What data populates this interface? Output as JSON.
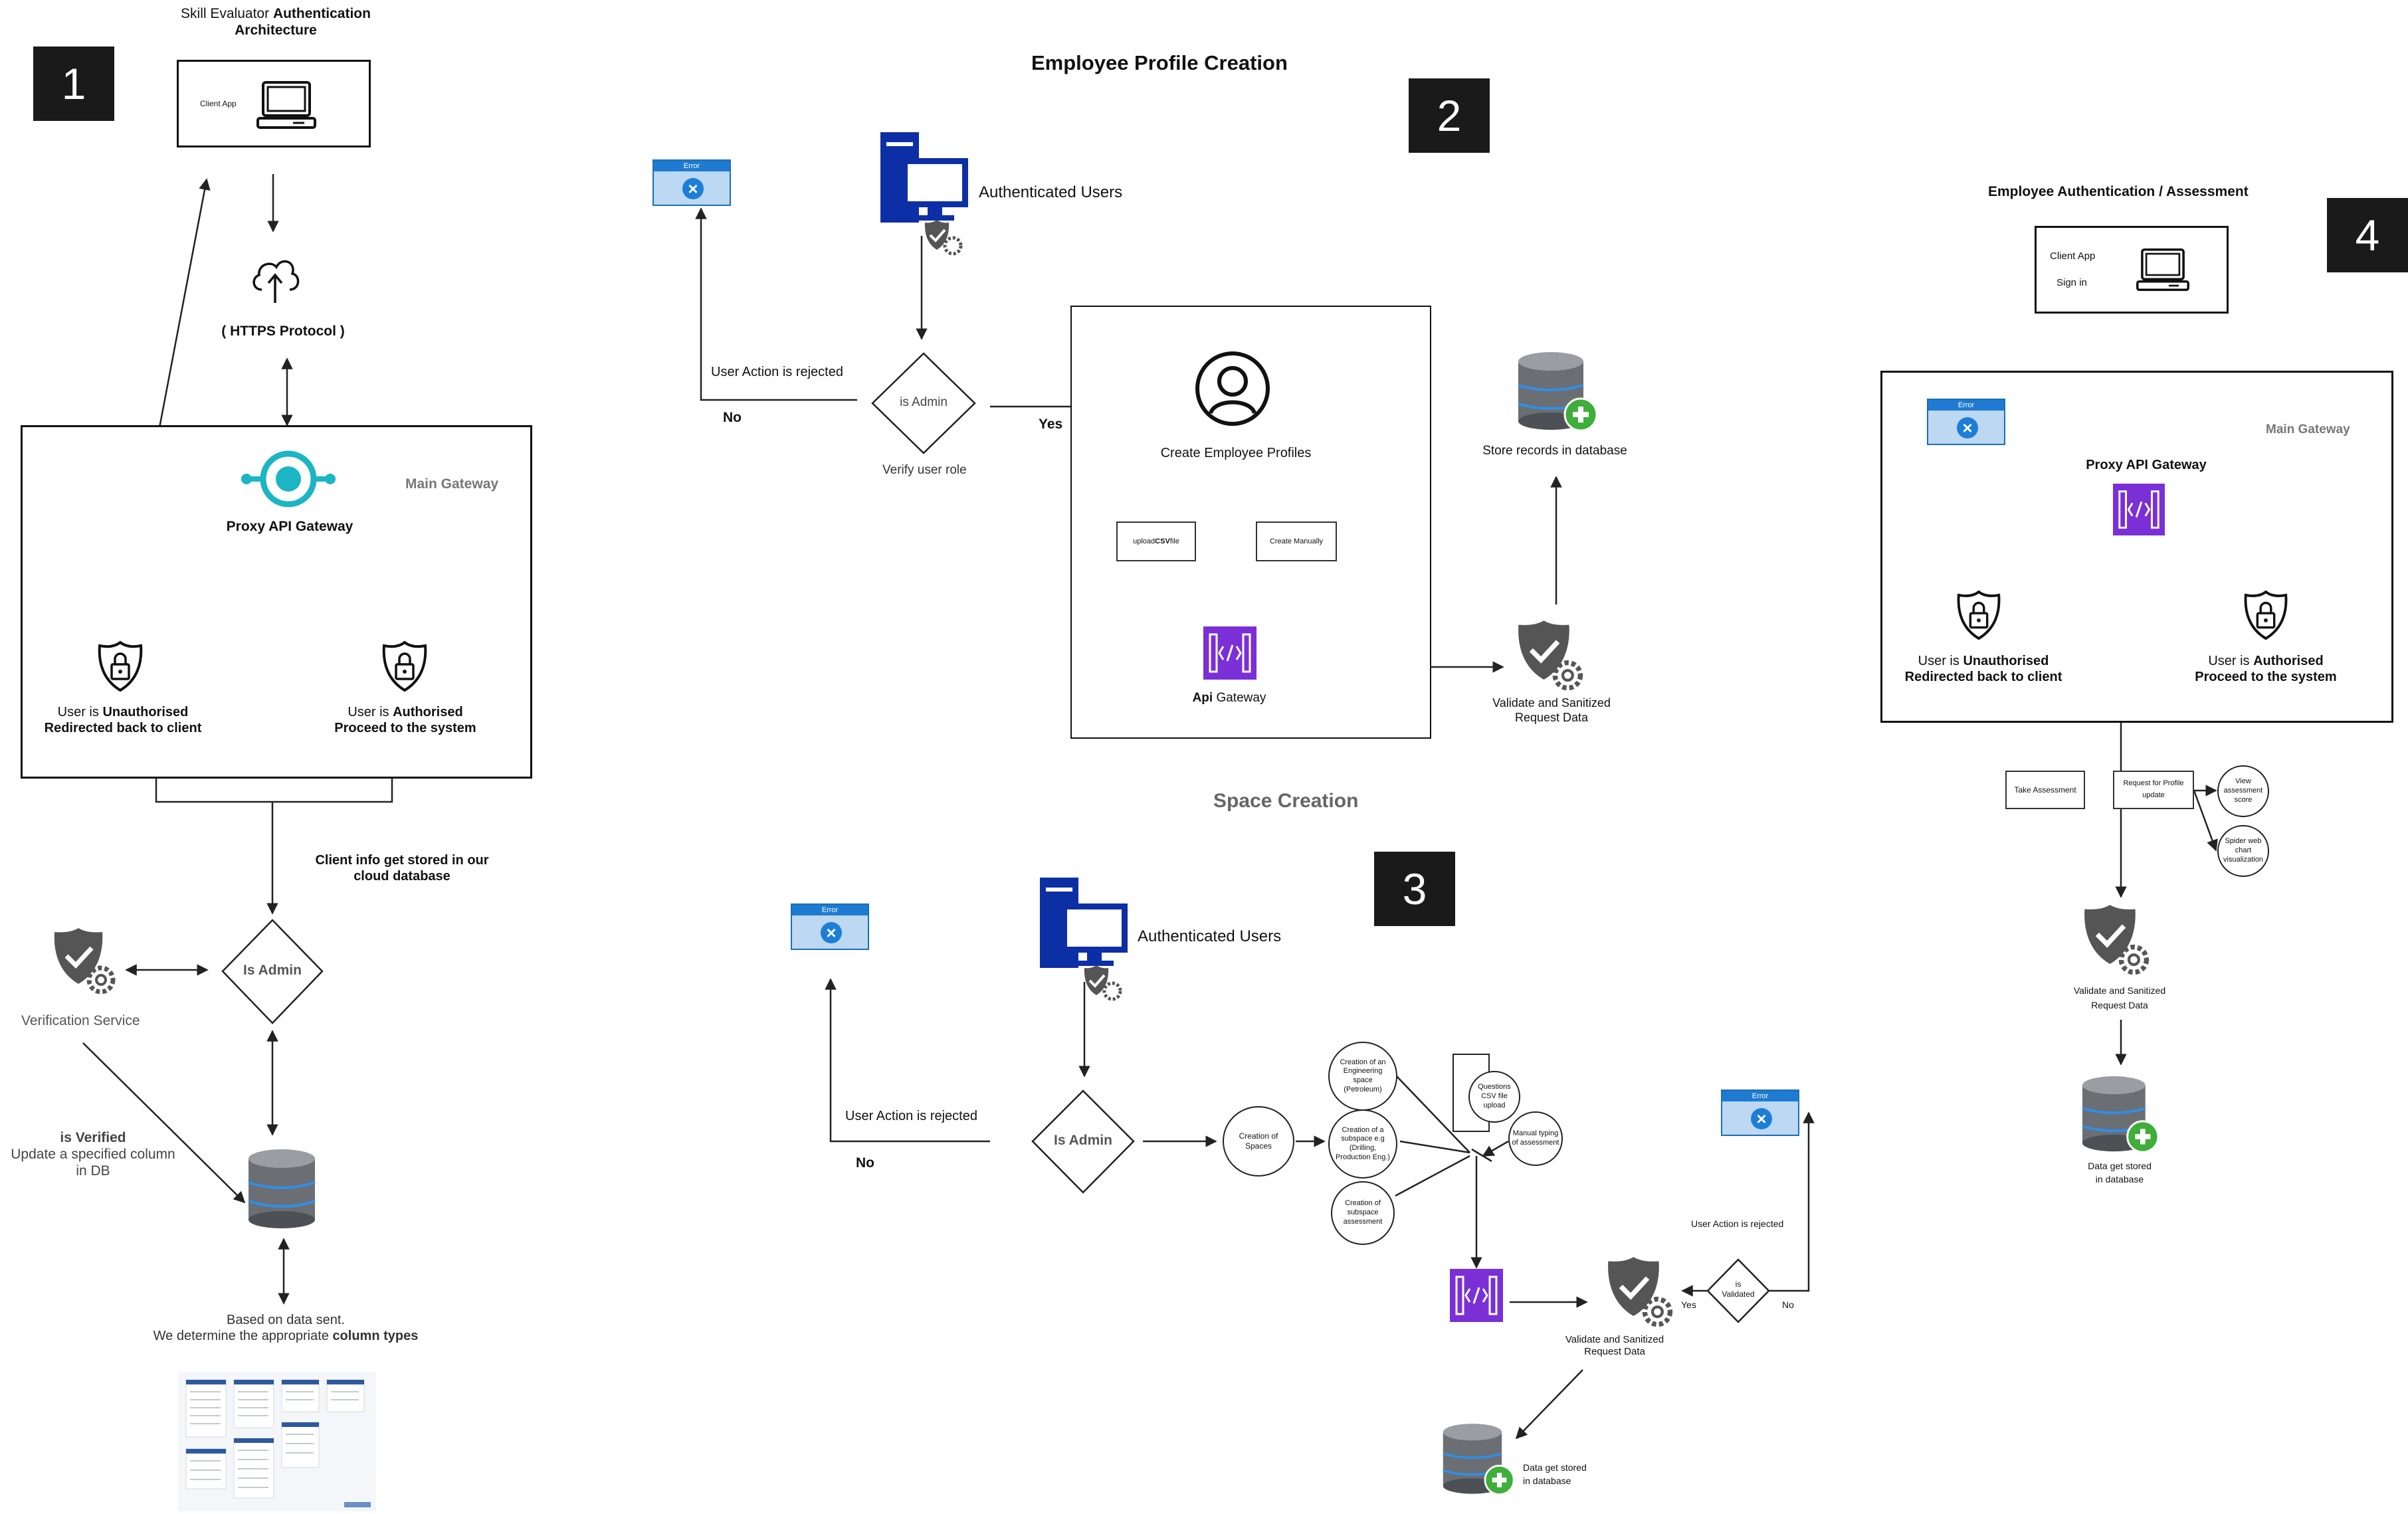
{
  "colors": {
    "line": "#222222",
    "teal": "#1bb5c4",
    "blue": "#0d2fa6",
    "purple": "#7b2fd6",
    "db_grey": "#6b6e73",
    "db_blue": "#2f8fe8",
    "green": "#3fae3b",
    "shield": "#555555",
    "error_blue": "#1f7bd1"
  },
  "s1": {
    "number": "1",
    "title_plain": "Skill Evaluator ",
    "title_bold": "Authentication",
    "title_line2": "Architecture",
    "client_label": "Client App",
    "https": "( HTTPS Protocol )",
    "main_gateway": "Main Gateway",
    "proxy": "Proxy API Gateway",
    "unauth_prefix": "User is ",
    "unauth_bold": "Unauthorised",
    "unauth_line2": "Redirected back to client",
    "auth_prefix": "User is ",
    "auth_bold": "Authorised",
    "auth_line2": "Proceed to the system",
    "stored_line1": "Client info get stored in our",
    "stored_line2": "cloud database",
    "is_admin": "Is Admin",
    "verification": "Verification Service",
    "is_verified": "is Verified",
    "update_line1": "Update a specified column",
    "update_line2": "in DB",
    "based_line1": "Based on data sent.",
    "based_line2_plain": "We determine the appropriate ",
    "based_line2_bold": "column types"
  },
  "s2": {
    "number": "2",
    "title": "Employee Profile Creation",
    "error": "Error",
    "auth_users": "Authenticated Users",
    "rejected": "User Action is rejected",
    "no": "No",
    "yes": "Yes",
    "is_admin": "is Admin",
    "verify_role": "Verify user role",
    "create_profiles": "Create Employee Profiles",
    "upload_plain": "upload ",
    "upload_bold": "CSV",
    "upload_suffix": " file",
    "create_manually": "Create Manually",
    "api_bold": "Api",
    "api_suffix": " Gateway",
    "store_records": "Store records in database",
    "validate_line1": "Validate and Sanitized",
    "validate_line2": "Request Data"
  },
  "s3": {
    "number": "3",
    "title": "Space Creation",
    "error": "Error",
    "auth_users": "Authenticated Users",
    "rejected": "User Action is rejected",
    "no": "No",
    "is_admin": "Is Admin",
    "creation_line1": "Creation of",
    "creation_line2": "Spaces",
    "eng_lines": [
      "Creation of an",
      "Engineering",
      "space",
      "(Petroleum)"
    ],
    "sub_lines": [
      "Creation of a",
      "subspace e.g",
      "(Drilling,",
      "Production Eng.)"
    ],
    "assess_lines": [
      "Creation of",
      "subspace",
      "assessment"
    ],
    "csv_lines": [
      "Questions",
      "CSV file",
      "upload"
    ],
    "manual_lines": [
      "Manual typing",
      "of assessment"
    ],
    "validate_line1": "Validate and Sanitized",
    "validate_line2": "Request Data",
    "error2": "Error",
    "rejected2": "User Action is rejected",
    "is_validated_line1": "is",
    "is_validated_line2": "Validated",
    "yes": "Yes",
    "no2": "No",
    "stored_line1": "Data get stored",
    "stored_line2": "in database"
  },
  "s4": {
    "number": "4",
    "title": "Employee Authentication / Assessment",
    "client_label": "Client App",
    "sign_in": "Sign in",
    "error": "Error",
    "main_gateway": "Main Gateway",
    "proxy": "Proxy API Gateway",
    "unauth_prefix": "User is ",
    "unauth_bold": "Unauthorised",
    "unauth_line2": "Redirected back to client",
    "auth_prefix": "User is ",
    "auth_bold": "Authorised",
    "auth_line2": "Proceed to the system",
    "take_assessment": "Take Assessment",
    "request_line1": "Request for Profile",
    "request_line2": "update",
    "view_lines": [
      "View",
      "assessment",
      "score"
    ],
    "spider_lines": [
      "Spider web",
      "chart",
      "visualization"
    ],
    "validate_line1": "Validate and Sanitized",
    "validate_line2": "Request Data",
    "stored_line1": "Data get stored",
    "stored_line2": "in database"
  }
}
